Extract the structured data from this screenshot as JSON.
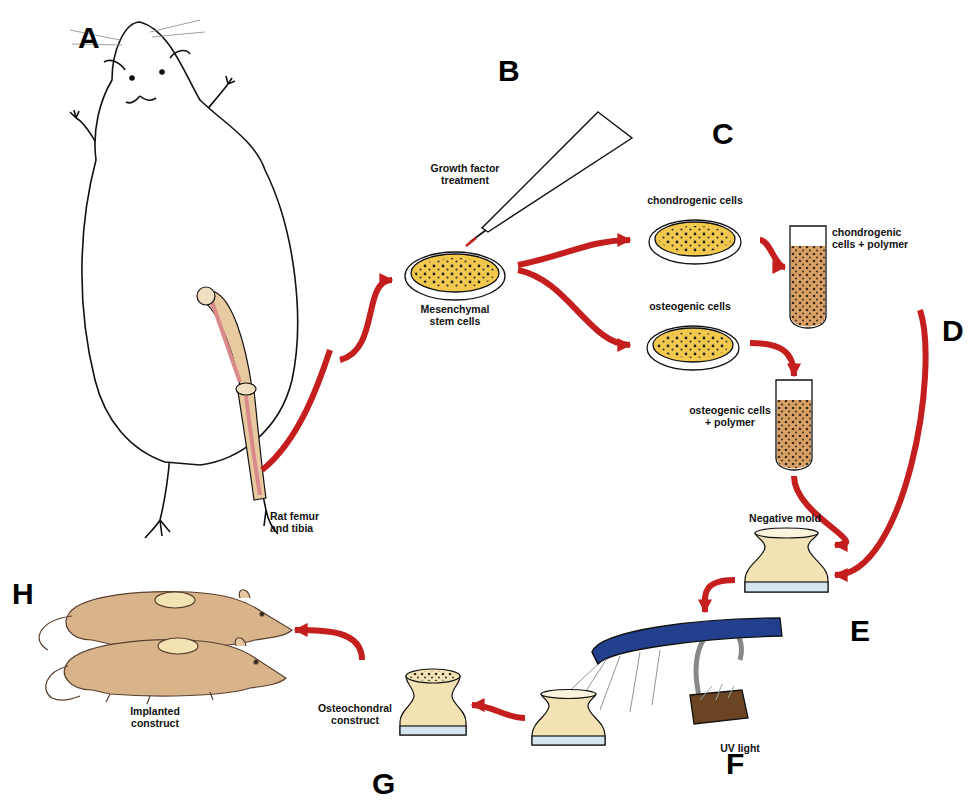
{
  "diagram": {
    "nodes": [
      {
        "text": [
          "Rat femur and tibia"
        ]
      },
      {
        "text": [
          "Mesenchymal stem cells"
        ]
      },
      {
        "text": [
          "chondrogenic cells"
        ]
      },
      {
        "text": [
          "osteogenic cells"
        ]
      },
      {
        "text": [
          "chondrogenic cells + polymer"
        ]
      },
      {
        "text": [
          "osteogenic cells + polymer"
        ]
      },
      {
        "text": [
          "Negative mold"
        ]
      },
      {
        "text": [
          "UV light"
        ]
      },
      {
        "text": [
          "Osteochondral construct"
        ]
      },
      {
        "text": [
          "Implanted construct"
        ]
      }
    ],
    "edges": [
      {
        "from": 0,
        "to": 1,
        "arrow": "to"
      },
      {
        "from": 1,
        "to": 2,
        "arrow": "to"
      },
      {
        "from": 1,
        "to": 3,
        "arrow": "to"
      },
      {
        "from": 2,
        "to": 4,
        "arrow": "to"
      },
      {
        "from": 3,
        "to": 5,
        "arrow": "to"
      },
      {
        "from": 4,
        "to": 6,
        "arrow": "to"
      },
      {
        "from": 5,
        "to": 6,
        "arrow": "to"
      },
      {
        "from": 6,
        "to": 7,
        "arrow": "to"
      },
      {
        "from": 7,
        "to": 8,
        "arrow": "to"
      },
      {
        "from": 8,
        "to": 9,
        "arrow": "to"
      }
    ],
    "labels": [
      "A",
      "B",
      "C",
      "D",
      "E",
      "F",
      "G",
      "H",
      "Growth factor treatment"
    ]
  }
}
